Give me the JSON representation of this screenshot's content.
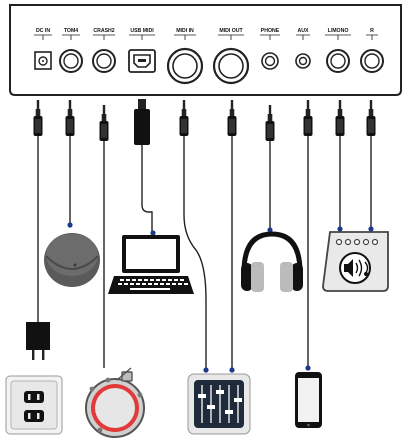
{
  "panel": {
    "ports": [
      {
        "id": "dc-in",
        "label": "DC IN"
      },
      {
        "id": "tom4",
        "label": "TOM4"
      },
      {
        "id": "crash2",
        "label": "CRASH2"
      },
      {
        "id": "usb-midi",
        "label": "USB MIDI"
      },
      {
        "id": "midi-in",
        "label": "MIDI IN"
      },
      {
        "id": "midi-out",
        "label": "MIDI OUT"
      },
      {
        "id": "phone",
        "label": "PHONE"
      },
      {
        "id": "aux",
        "label": "AUX"
      },
      {
        "id": "l-mono",
        "label": "L/MONO"
      },
      {
        "id": "r",
        "label": "R"
      }
    ]
  },
  "devices": [
    {
      "name": "wall-outlet",
      "icon": "power-outlet-icon"
    },
    {
      "name": "power-adapter",
      "icon": "power-adapter-icon"
    },
    {
      "name": "tom-pad",
      "icon": "drum-pad-icon"
    },
    {
      "name": "cymbal-pad",
      "icon": "cymbal-icon"
    },
    {
      "name": "laptop",
      "icon": "laptop-icon"
    },
    {
      "name": "mixer",
      "icon": "mixer-icon"
    },
    {
      "name": "headphones",
      "icon": "headphones-icon"
    },
    {
      "name": "smartphone",
      "icon": "smartphone-icon"
    },
    {
      "name": "amplifier-speaker",
      "icon": "speaker-icon"
    }
  ],
  "colors": {
    "line": "#222222",
    "panel_fill": "#ffffff",
    "device_gray": "#555555",
    "light_gray": "#c8c8c8",
    "drum_red": "#e03a3a",
    "mixer_blue": "#1f2a3a"
  }
}
